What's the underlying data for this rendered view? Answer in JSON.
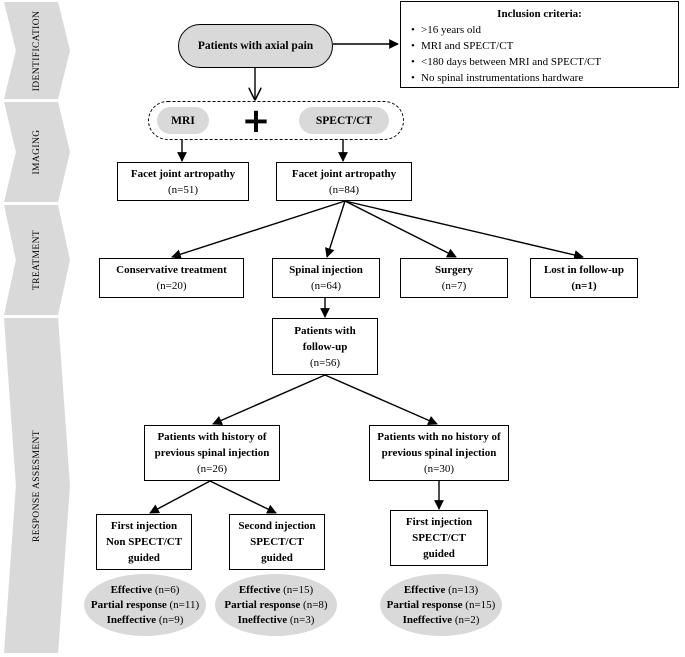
{
  "stages": {
    "identification": "IDENTIFICATION",
    "imaging": "IMAGING",
    "treatment": "TREATMENT",
    "response": "RESPONSE ASSESMENT"
  },
  "start": "Patients with axial pain",
  "inclusion": {
    "title": "Inclusion criteria:",
    "items": [
      ">16 years old",
      "MRI and SPECT/CT",
      "<180 days between MRI and SPECT/CT",
      "No spinal instrumentations hardware"
    ]
  },
  "imaging": {
    "mri": "MRI",
    "plus": "+",
    "spect": "SPECT/CT"
  },
  "facet_mri": {
    "label": "Facet joint artropathy",
    "n": "(n=51)"
  },
  "facet_spect": {
    "label": "Facet joint artropathy",
    "n": "(n=84)"
  },
  "treatment": {
    "conservative": {
      "label": "Conservative treatment",
      "n": "(n=20)"
    },
    "injection": {
      "label": "Spinal injection",
      "n": "(n=64)"
    },
    "surgery": {
      "label": "Surgery",
      "n": "(n=7)"
    },
    "lost": {
      "label": "Lost in follow-up",
      "n": "(n=1)"
    }
  },
  "followup": {
    "line1": "Patients with",
    "line2": "follow-up",
    "n": "(n=56)"
  },
  "history": {
    "line1": "Patients with history of",
    "line2": "previous spinal injection",
    "n": "(n=26)"
  },
  "nohistory": {
    "line1": "Patients with no history of",
    "line2": "previous spinal injection",
    "n": "(n=30)"
  },
  "first_non": {
    "line1": "First injection",
    "line2": "Non SPECT/CT",
    "line3": "guided"
  },
  "second": {
    "line1": "Second injection",
    "line2": "SPECT/CT",
    "line3": "guided"
  },
  "first_spect": {
    "line1": "First injection",
    "line2": "SPECT/CT",
    "line3": "guided"
  },
  "outcome_labels": {
    "effective": "Effective",
    "partial": "Partial response",
    "ineffective": "Ineffective"
  },
  "outcomes": {
    "first_non": {
      "effective": "(n=6)",
      "partial": "(n=11)",
      "ineffective": "(n=9)"
    },
    "second": {
      "effective": "(n=15)",
      "partial": "(n=8)",
      "ineffective": "(n=3)"
    },
    "first_spect": {
      "effective": "(n=13)",
      "partial": "(n=15)",
      "ineffective": "(n=2)"
    }
  }
}
